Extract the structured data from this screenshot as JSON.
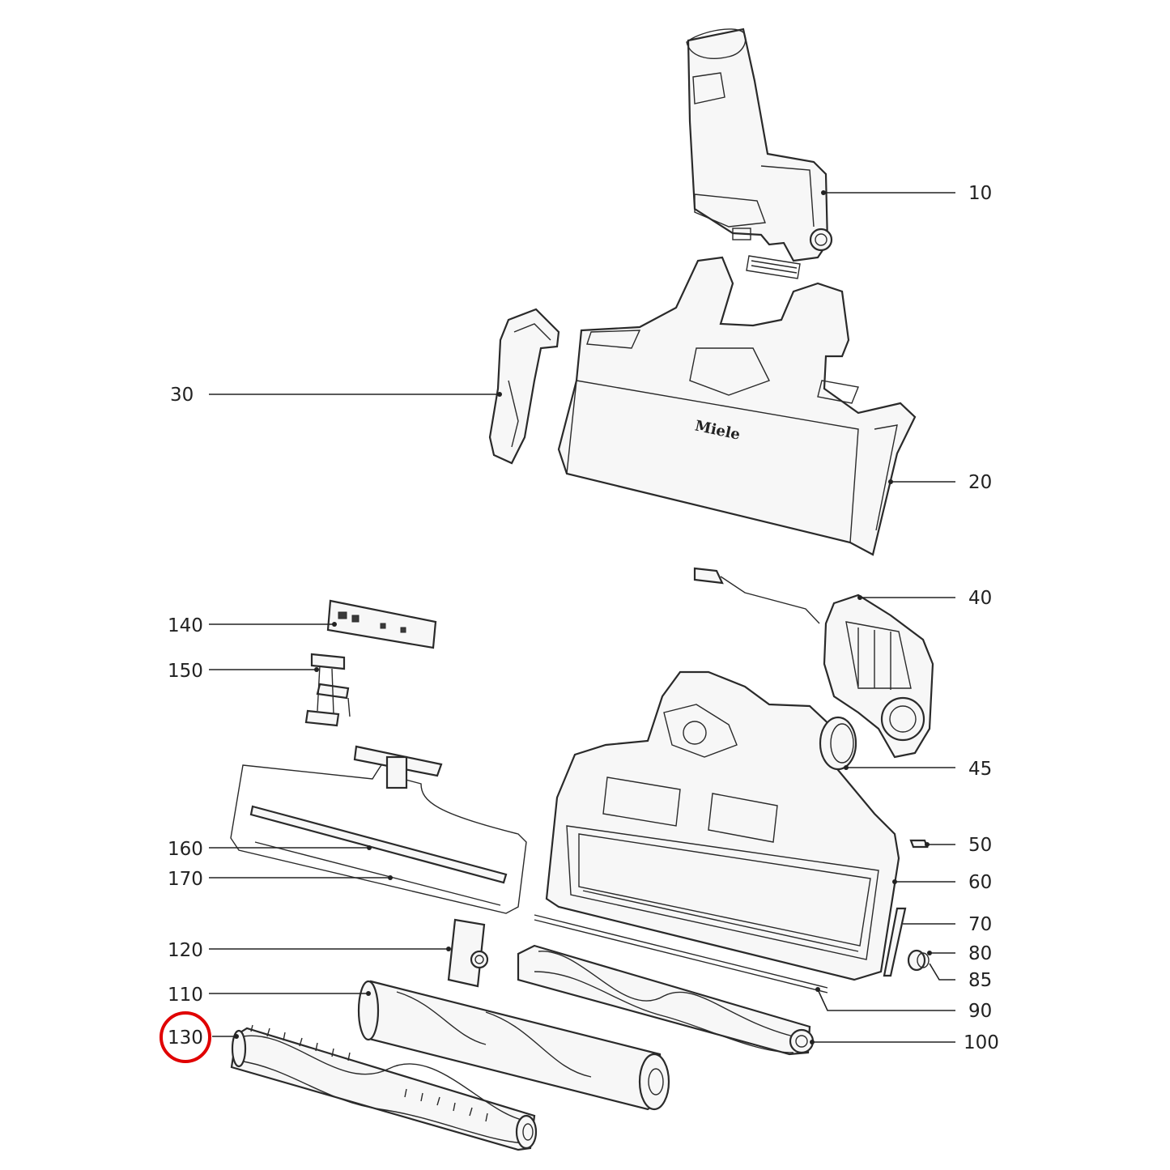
{
  "diagram": {
    "brand_mark": "Miele",
    "highlight": {
      "label": "130",
      "color": "#e00000"
    },
    "callouts": [
      {
        "id": "10",
        "text": "10"
      },
      {
        "id": "20",
        "text": "20"
      },
      {
        "id": "30",
        "text": "30"
      },
      {
        "id": "40",
        "text": "40"
      },
      {
        "id": "45",
        "text": "45"
      },
      {
        "id": "50",
        "text": "50"
      },
      {
        "id": "60",
        "text": "60"
      },
      {
        "id": "70",
        "text": "70"
      },
      {
        "id": "80",
        "text": "80"
      },
      {
        "id": "85",
        "text": "85"
      },
      {
        "id": "90",
        "text": "90"
      },
      {
        "id": "100",
        "text": "100"
      },
      {
        "id": "110",
        "text": "110"
      },
      {
        "id": "120",
        "text": "120"
      },
      {
        "id": "130",
        "text": "130"
      },
      {
        "id": "140",
        "text": "140"
      },
      {
        "id": "150",
        "text": "150"
      },
      {
        "id": "160",
        "text": "160"
      },
      {
        "id": "170",
        "text": "170"
      }
    ]
  }
}
